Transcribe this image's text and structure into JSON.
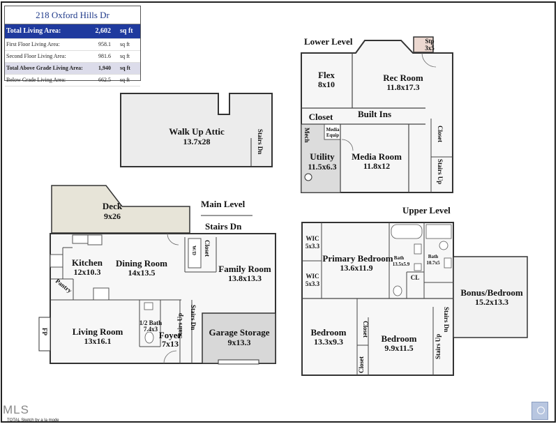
{
  "summary": {
    "address": "218 Oxford Hills Dr",
    "rows": [
      {
        "label": "Total Living Area:",
        "value": "2,602",
        "unit": "sq ft"
      },
      {
        "label": "First Floor Living Area:",
        "value": "958.1",
        "unit": "sq ft"
      },
      {
        "label": "Second Floor Living Area:",
        "value": "981.6",
        "unit": "sq ft"
      },
      {
        "label": "Total Above Grade Living Area:",
        "value": "1,940",
        "unit": "sq ft"
      },
      {
        "label": "Below Grade Living Area:",
        "value": "662.5",
        "unit": "sq ft"
      }
    ]
  },
  "attic": {
    "name": "Walk Up Attic",
    "dims": "13.7x28",
    "stairs": "Stairs Dn"
  },
  "lower": {
    "title": "Lower Level",
    "flex": {
      "name": "Flex",
      "dims": "8x10"
    },
    "rec": {
      "name": "Rec Room",
      "dims": "11.8x17.3"
    },
    "stp": {
      "name": "Stp",
      "dims": "3x5"
    },
    "closet1": "Closet",
    "builtins": "Built Ins",
    "mech": "Mech",
    "media_equip": [
      "Media",
      "Equip"
    ],
    "utility": {
      "name": "Utility",
      "dims": "11.5x6.3"
    },
    "media": {
      "name": "Media Room",
      "dims": "11.8x12"
    },
    "closet2": "Closet",
    "stairs": "Stairs Up"
  },
  "main": {
    "title": "Main Level",
    "stairs_label": "Stairs Dn",
    "deck": {
      "name": "Deck",
      "dims": "9x26"
    },
    "kitchen": {
      "name": "Kitchen",
      "dims": "12x10.3"
    },
    "dining": {
      "name": "Dining Room",
      "dims": "14x13.5"
    },
    "wd": "W/D",
    "closet": "Closet",
    "family": {
      "name": "Family Room",
      "dims": "13.8x13.3"
    },
    "pantry": "Pantry",
    "living": {
      "name": "Living Room",
      "dims": "13x16.1"
    },
    "fp": "FP",
    "half_bath": {
      "name": "1/2 Bath",
      "dims": "7.4x3"
    },
    "foyer": {
      "name": "Foyer",
      "dims": "7x13"
    },
    "stairs_dn": "Stairs Dn",
    "stairs_up": "Stairs Up",
    "garage": {
      "name": "Garage Storage",
      "dims": "9x13.3"
    }
  },
  "upper": {
    "title": "Upper Level",
    "wic1": {
      "name": "WIC",
      "dims": "5x3.3"
    },
    "wic2": {
      "name": "WIC",
      "dims": "5x3.3"
    },
    "primary": {
      "name": "Primary Bedroom",
      "dims": "13.6x11.9"
    },
    "bath1": {
      "name": "Bath",
      "dims": "13.5x5.9"
    },
    "cl": "CL",
    "bath2": {
      "name": "Bath",
      "dims": "10.7x5"
    },
    "bonus": {
      "name": "Bonus/Bedroom",
      "dims": "15.2x13.3"
    },
    "bed1": {
      "name": "Bedroom",
      "dims": "13.3x9.3"
    },
    "closet1": "Closet",
    "closet2": "Closet",
    "bed2": {
      "name": "Bedroom",
      "dims": "9.9x11.5"
    },
    "stairs_dn": "Stairs Dn",
    "stairs_up": "Stairs Up"
  },
  "mls_logo": "MLS",
  "footer": "TOTAL Sketch by a la mode"
}
